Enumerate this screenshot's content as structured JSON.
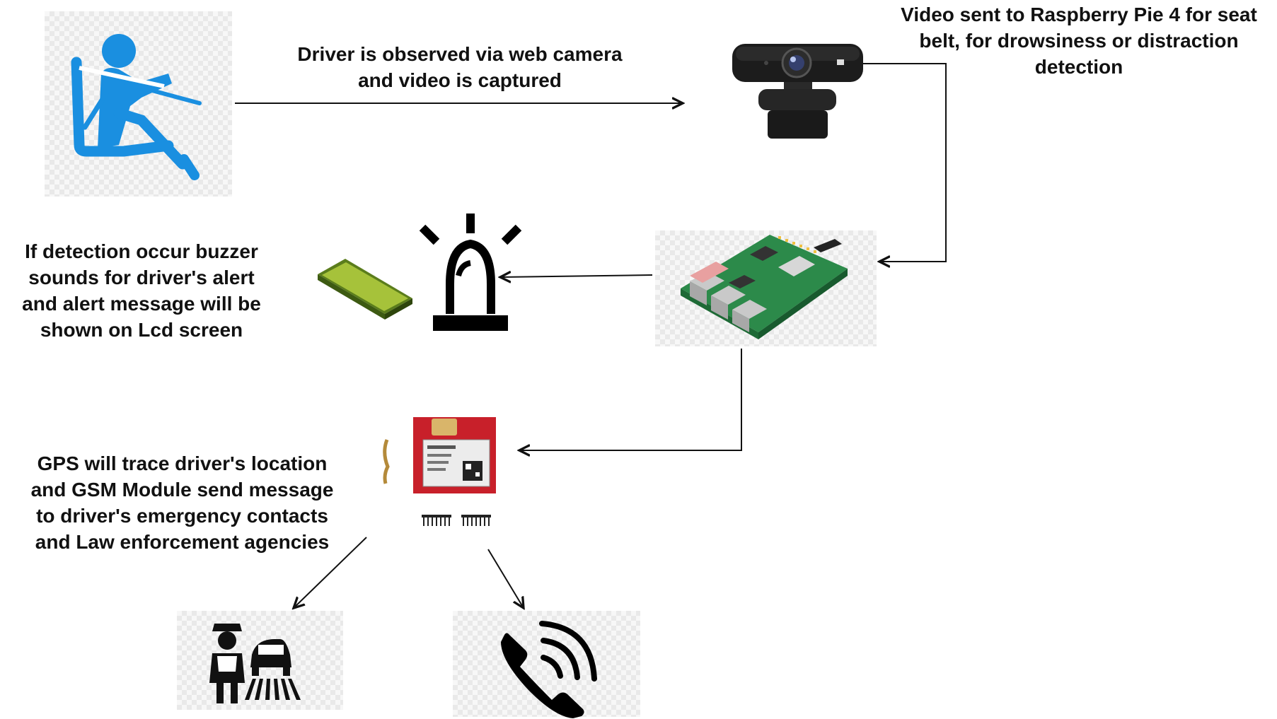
{
  "labels": {
    "camera": "Driver is observed via web camera\nand video is captured",
    "raspberry_pi": "Video sent to Raspberry Pie 4 for seat\nbelt, for drowsiness or distraction\ndetection",
    "alert": "If detection occur buzzer\nsounds for driver's alert\nand alert message will be\nshown on Lcd screen",
    "gps_gsm": "GPS will trace driver's location\nand GSM Module  send message\nto driver's emergency contacts\nand Law enforcement agencies"
  },
  "colors": {
    "driver_icon": "#1a8fe0",
    "pcb_green": "#2c8a4a",
    "gsm_red": "#c8202a",
    "lcd_green": "#a6c23a",
    "arrow": "#111111"
  },
  "icons": {
    "driver": "seated-driver-seatbelt-icon",
    "camera": "webcam-icon",
    "raspberry_pi": "raspberry-pi-board-icon",
    "buzzer": "alarm-siren-icon",
    "lcd": "lcd-display-module-icon",
    "gsm": "gsm-gps-module-icon",
    "police": "traffic-police-icon",
    "phone": "phone-call-icon"
  }
}
